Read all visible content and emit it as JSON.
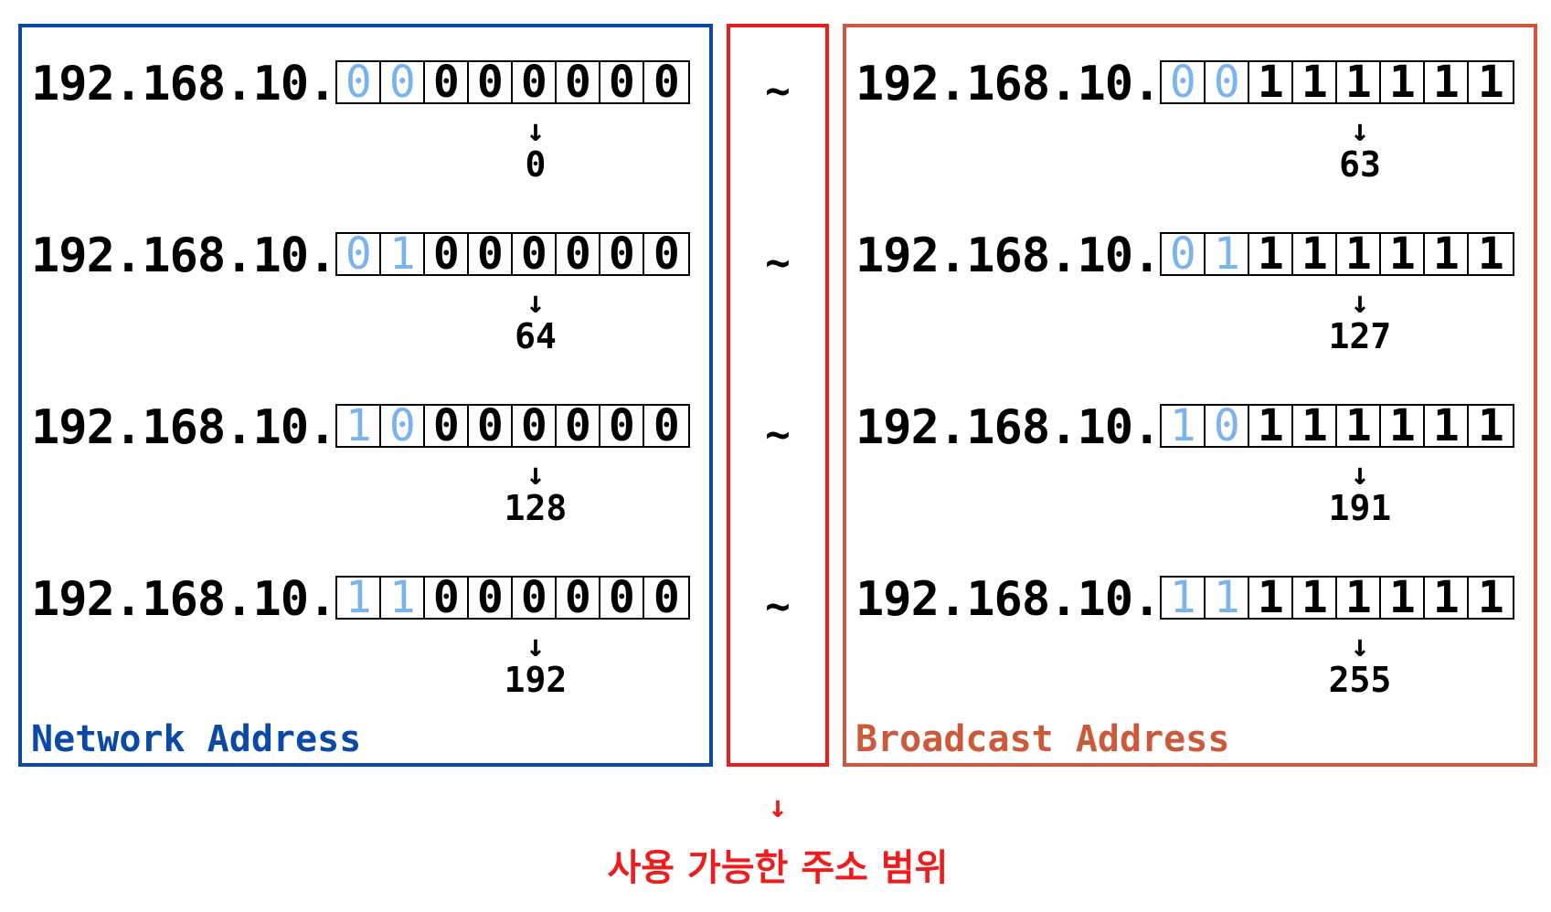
{
  "prefix": "192.168.10.",
  "range_symbol": "~",
  "arrow_symbol": "↓",
  "network": {
    "label": "Network Address",
    "rows": [
      {
        "bits": [
          "0",
          "0",
          "0",
          "0",
          "0",
          "0",
          "0",
          "0"
        ],
        "value": "0"
      },
      {
        "bits": [
          "0",
          "1",
          "0",
          "0",
          "0",
          "0",
          "0",
          "0"
        ],
        "value": "64"
      },
      {
        "bits": [
          "1",
          "0",
          "0",
          "0",
          "0",
          "0",
          "0",
          "0"
        ],
        "value": "128"
      },
      {
        "bits": [
          "1",
          "1",
          "0",
          "0",
          "0",
          "0",
          "0",
          "0"
        ],
        "value": "192"
      }
    ]
  },
  "broadcast": {
    "label": "Broadcast Address",
    "rows": [
      {
        "bits": [
          "0",
          "0",
          "1",
          "1",
          "1",
          "1",
          "1",
          "1"
        ],
        "value": "63"
      },
      {
        "bits": [
          "0",
          "1",
          "1",
          "1",
          "1",
          "1",
          "1",
          "1"
        ],
        "value": "127"
      },
      {
        "bits": [
          "1",
          "0",
          "1",
          "1",
          "1",
          "1",
          "1",
          "1"
        ],
        "value": "191"
      },
      {
        "bits": [
          "1",
          "1",
          "1",
          "1",
          "1",
          "1",
          "1",
          "1"
        ],
        "value": "255"
      }
    ]
  },
  "caption": "사용 가능한 주소 범위",
  "colors": {
    "network": "#0a4aa6",
    "range": "#ee1c1c",
    "broadcast": "#cc5a3a",
    "subnet_bits": "#7ab3f0"
  }
}
